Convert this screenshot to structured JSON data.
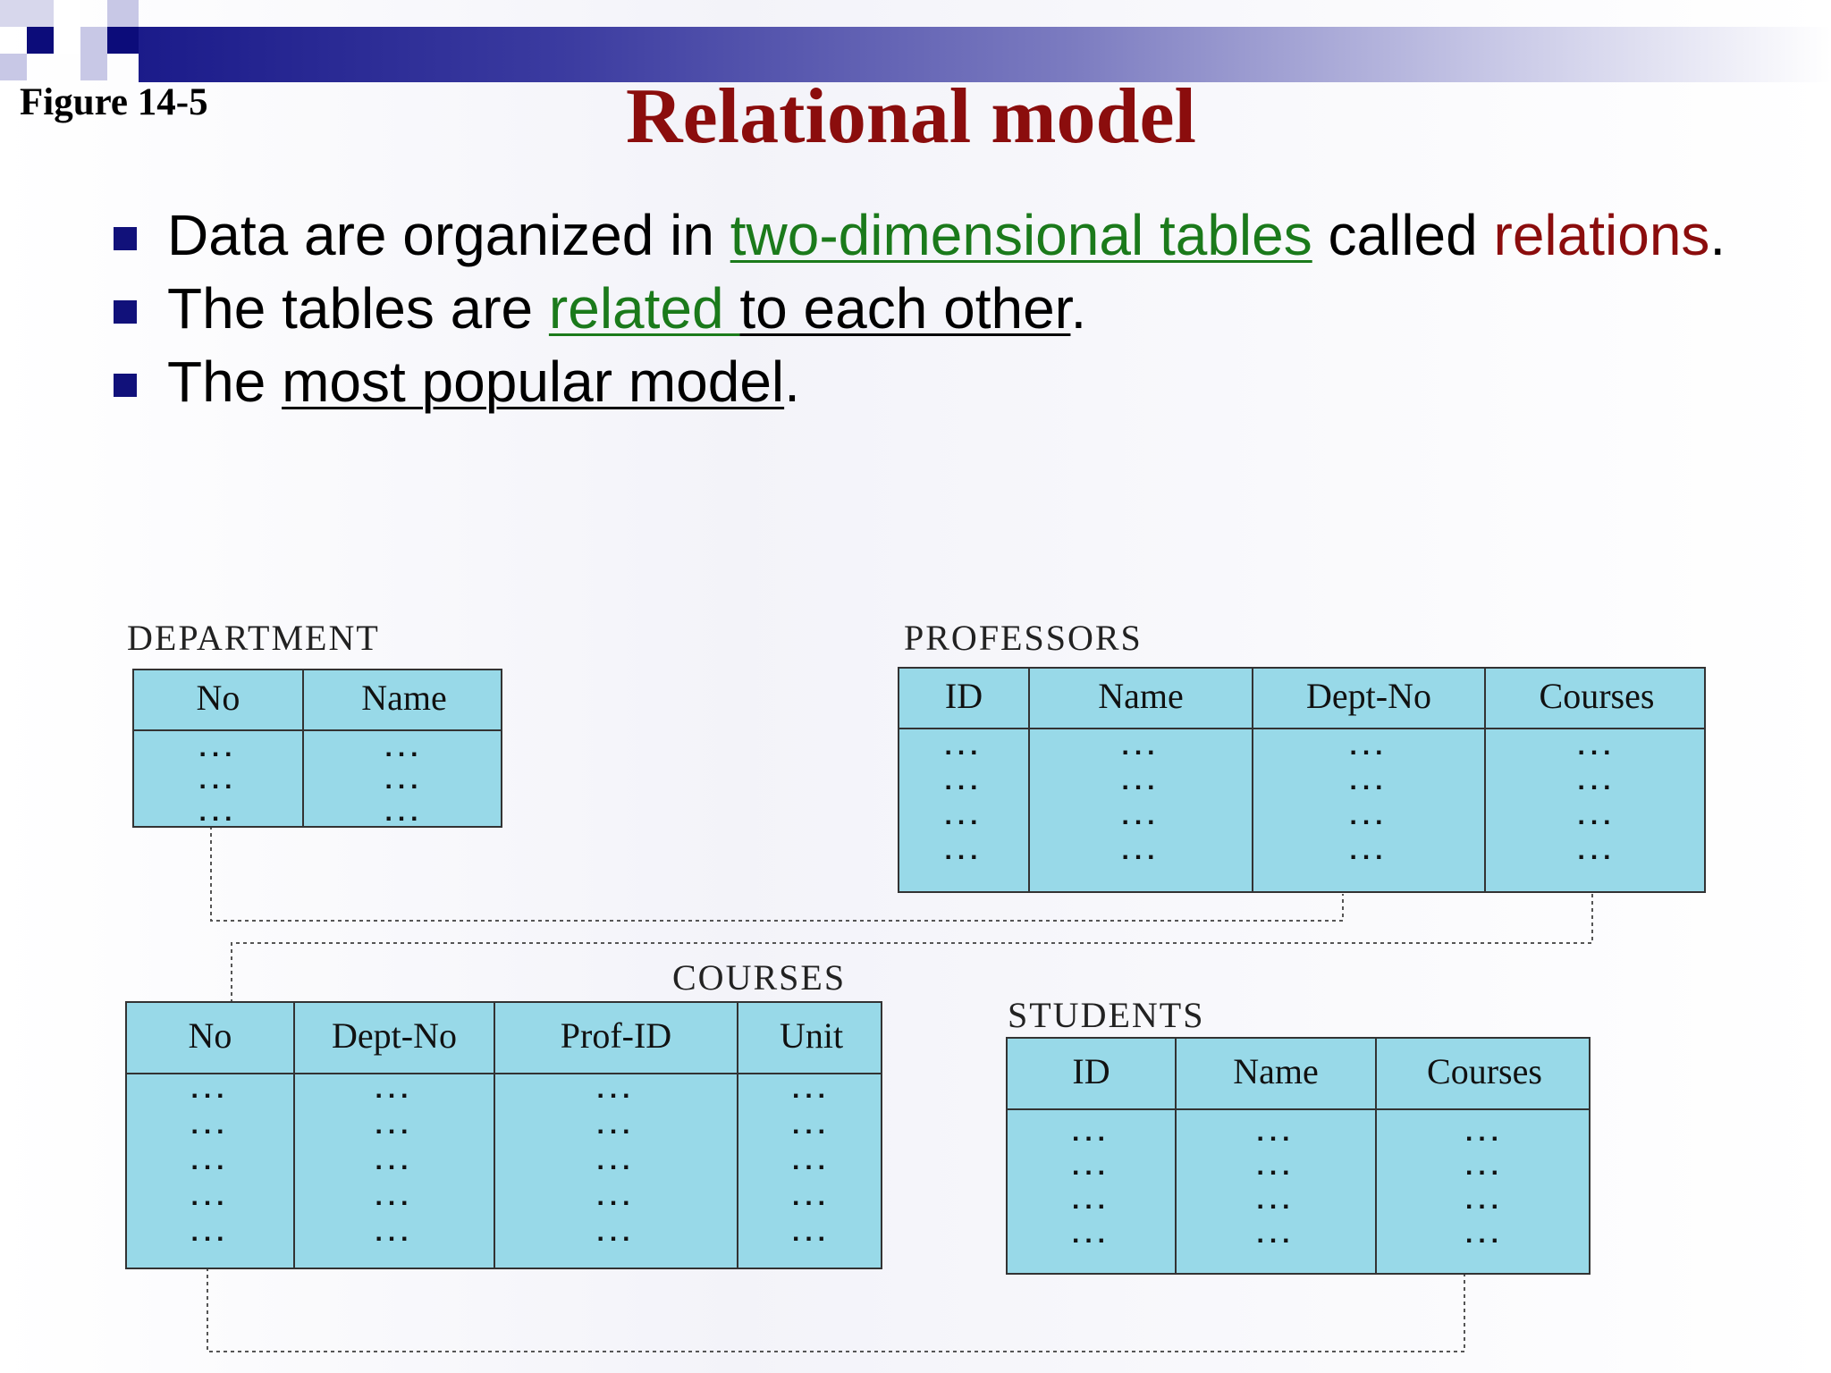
{
  "figure_label": "Figure 14-5",
  "title": "Relational model",
  "bullets": [
    {
      "segments": [
        {
          "text": "Data are organized in ",
          "style": "plain"
        },
        {
          "text": "two-dimensional tables",
          "style": "green-underline"
        },
        {
          "text": " called ",
          "style": "plain"
        },
        {
          "text": "relations",
          "style": "red"
        },
        {
          "text": ".",
          "style": "plain"
        }
      ]
    },
    {
      "segments": [
        {
          "text": "The tables are ",
          "style": "plain"
        },
        {
          "text": "related ",
          "style": "green-underline"
        },
        {
          "text": "to each other",
          "style": "underline"
        },
        {
          "text": ".",
          "style": "plain"
        }
      ]
    },
    {
      "segments": [
        {
          "text": "The ",
          "style": "plain"
        },
        {
          "text": "most popular model",
          "style": "underline"
        },
        {
          "text": ".",
          "style": "plain"
        }
      ]
    }
  ],
  "tables": {
    "department": {
      "name": "DEPARTMENT",
      "columns": [
        "No",
        "Name"
      ],
      "placeholder": "...",
      "rows": 3
    },
    "professors": {
      "name": "PROFESSORS",
      "columns": [
        "ID",
        "Name",
        "Dept-No",
        "Courses"
      ],
      "placeholder": "...",
      "rows": 4
    },
    "courses": {
      "name": "COURSES",
      "columns": [
        "No",
        "Dept-No",
        "Prof-ID",
        "Unit"
      ],
      "placeholder": "...",
      "rows": 5
    },
    "students": {
      "name": "STUDENTS",
      "columns": [
        "ID",
        "Name",
        "Courses"
      ],
      "placeholder": "...",
      "rows": 4
    }
  },
  "colors": {
    "title": "#8b0d0d",
    "link_green": "#1b7a1b",
    "table_fill": "#98d9e8",
    "bullet": "#11117a"
  }
}
